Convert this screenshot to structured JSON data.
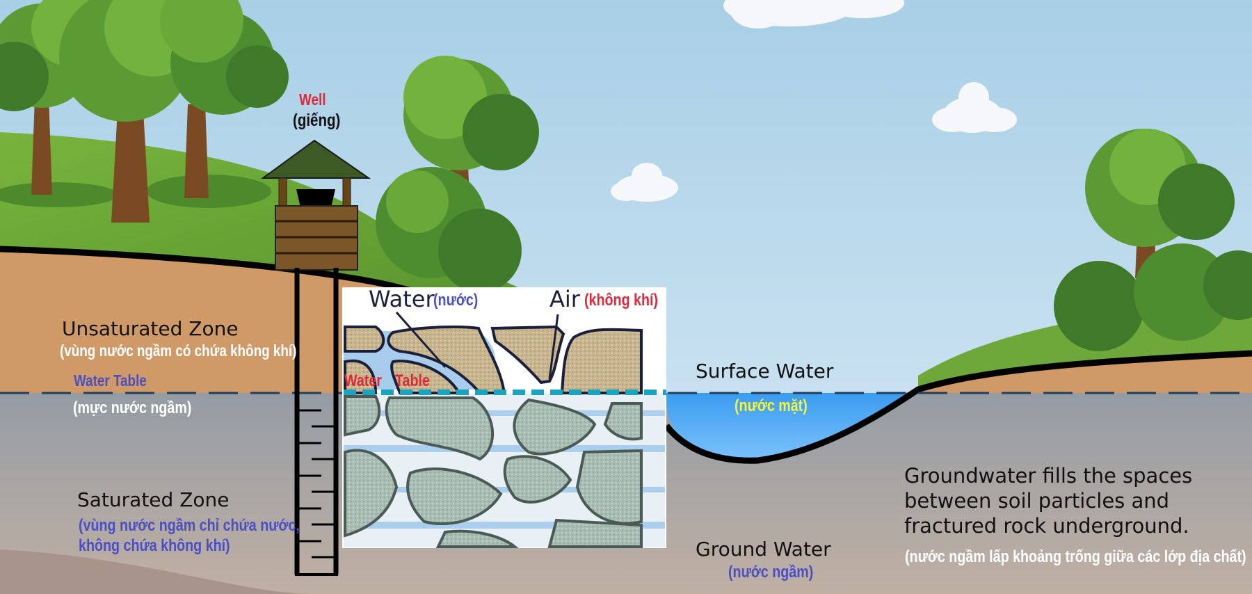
{
  "diagram": {
    "colors": {
      "sky_top": "#a8cfe6",
      "sky_bottom": "#d6e8f4",
      "hill_green": "#6ea83a",
      "soil": "#d09a68",
      "saturated_top": "#9aa1a8",
      "saturated_bottom": "#bcaea3",
      "surface_water": "#44a4f2",
      "water_table_line": "#1f3f5a",
      "inset_water_table": "#1aa3bf",
      "label_blue": "#4a4fc4",
      "label_red": "#e0283a",
      "label_yellow": "#f4f43a"
    },
    "well": {
      "label": "Well",
      "label_vi": "(giếng)"
    },
    "unsaturated_zone": {
      "label": "Unsaturated Zone",
      "label_vi": "(vùng nước ngầm có chứa không khí)"
    },
    "water_table": {
      "label": "Water Table",
      "label_vi": "(mực nước ngầm)"
    },
    "saturated_zone": {
      "label": "Saturated Zone",
      "label_vi_line1": "(vùng nước ngầm chỉ chứa nước,",
      "label_vi_line2": "không chứa không khí)"
    },
    "inset": {
      "water_label": "Water",
      "water_label_vi": "(nước)",
      "air_label": "Air",
      "air_label_vi": "(không khí)",
      "water_table_word1": "Water",
      "water_table_word2": "Table"
    },
    "surface_water": {
      "label": "Surface Water",
      "label_vi": "(nước mặt)"
    },
    "ground_water": {
      "label": "Ground Water",
      "label_vi": "(nước ngầm)"
    },
    "description": {
      "line1": "Groundwater fills the spaces",
      "line2": "between soil particles and",
      "line3": "fractured rock underground.",
      "label_vi": "(nước ngầm lấp khoảng trống giữa các lớp địa chất)"
    }
  }
}
